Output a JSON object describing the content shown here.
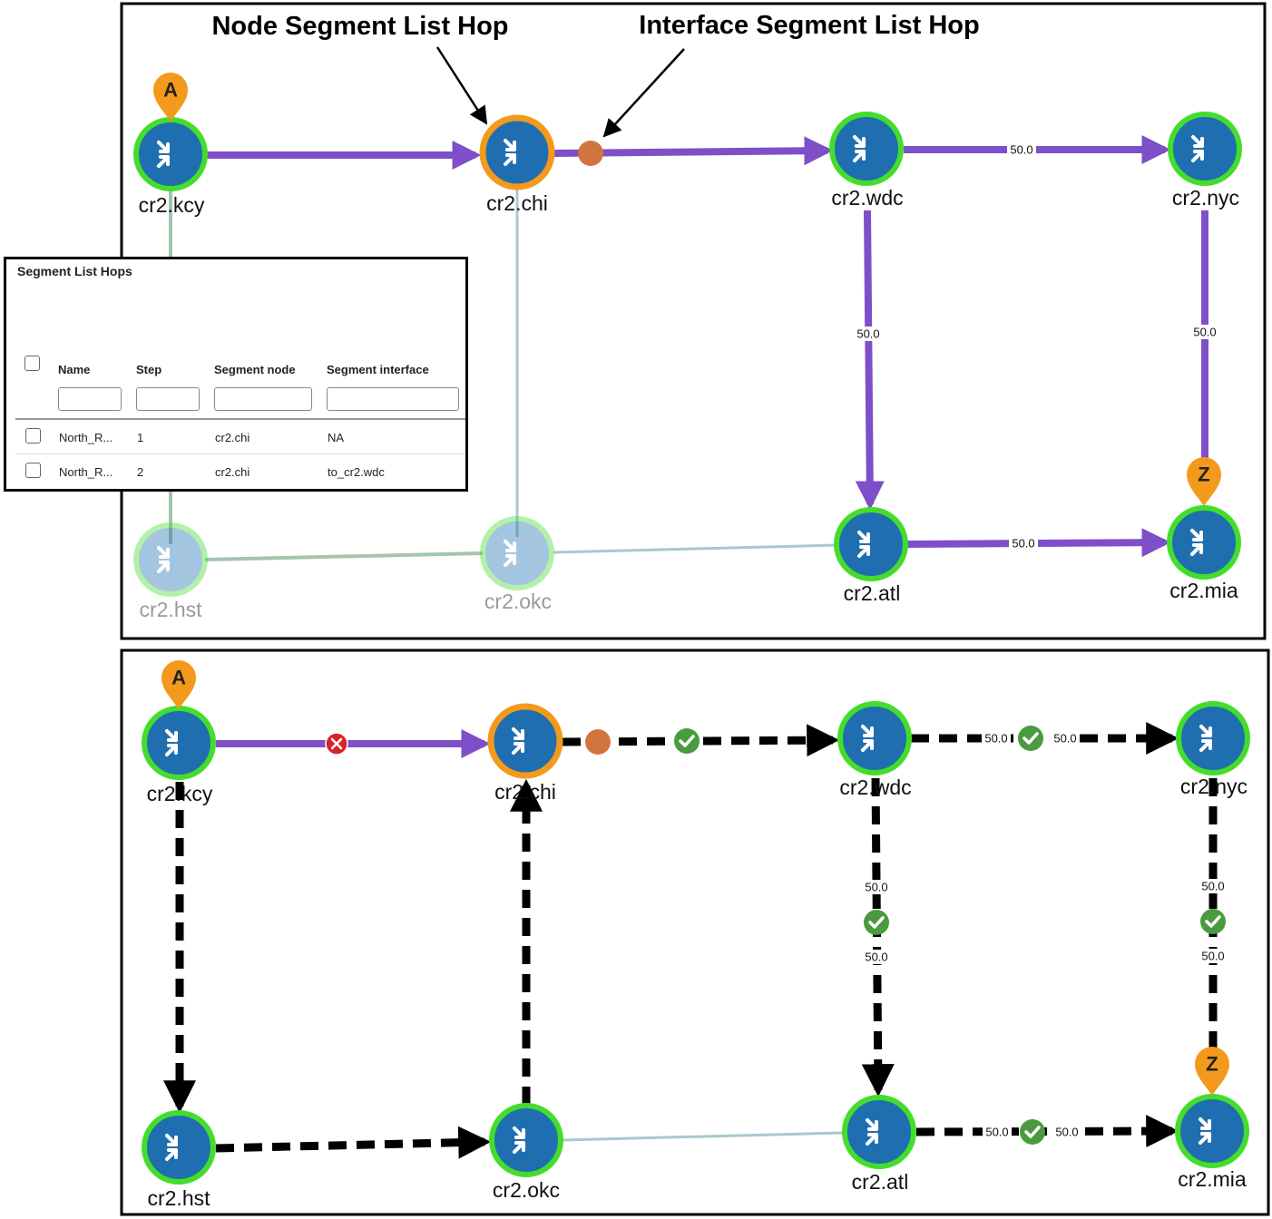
{
  "callouts": {
    "node_hop": "Node Segment List Hop",
    "interface_hop": "Interface Segment List Hop"
  },
  "pins": {
    "a": "A",
    "z": "Z"
  },
  "nodes": {
    "kcy": "cr2.kcy",
    "chi": "cr2.chi",
    "wdc": "cr2.wdc",
    "nyc": "cr2.nyc",
    "hst": "cr2.hst",
    "okc": "cr2.okc",
    "atl": "cr2.atl",
    "mia": "cr2.mia"
  },
  "link_value": "50.0",
  "segment_table": {
    "title": "Segment List Hops",
    "columns": [
      "Name",
      "Step",
      "Segment node",
      "Segment interface"
    ],
    "rows": [
      {
        "name": "North_R...",
        "step": "1",
        "node": "cr2.chi",
        "interface": "NA"
      },
      {
        "name": "North_R...",
        "step": "2",
        "node": "cr2.chi",
        "interface": "to_cr2.wdc"
      }
    ]
  },
  "colors": {
    "node_fill": "#1f6fb0",
    "node_ring": "#44dd2c",
    "node_ring_highlight": "#f39a1c",
    "path_purple": "#7f4fc9",
    "link_gray": "#a8c8d0",
    "pin_orange": "#f39a1c",
    "interface_hop_dot": "#d27440",
    "check_green": "#4a9a3f",
    "error_red": "#d9232a"
  }
}
